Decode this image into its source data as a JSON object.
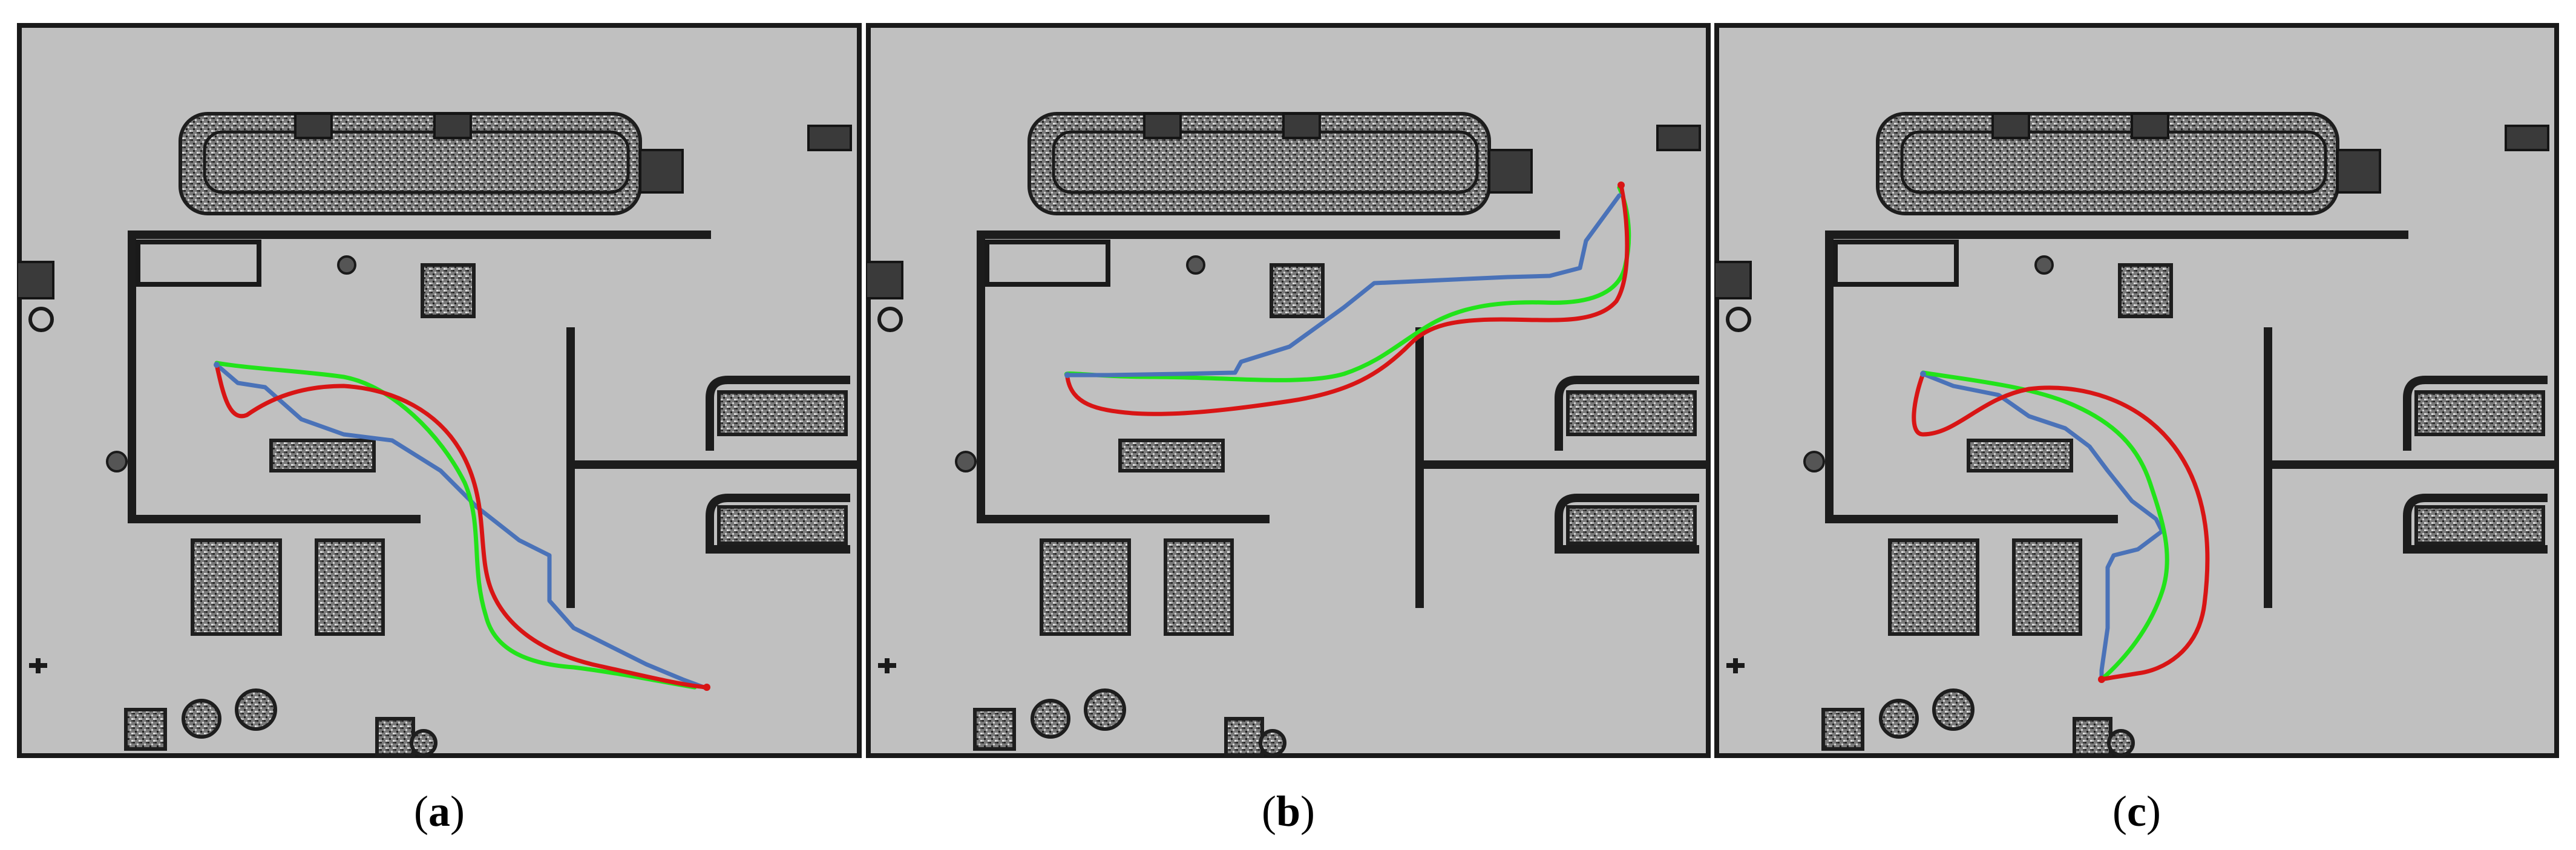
{
  "panels": [
    {
      "id": "a",
      "label": "a"
    },
    {
      "id": "b",
      "label": "b"
    },
    {
      "id": "c",
      "label": "c"
    }
  ],
  "colors": {
    "background": "#c0c0c0",
    "walls": "#1c1c1c",
    "path_blue": "#4a72b8",
    "path_green": "#22e31a",
    "path_red": "#d81515"
  }
}
